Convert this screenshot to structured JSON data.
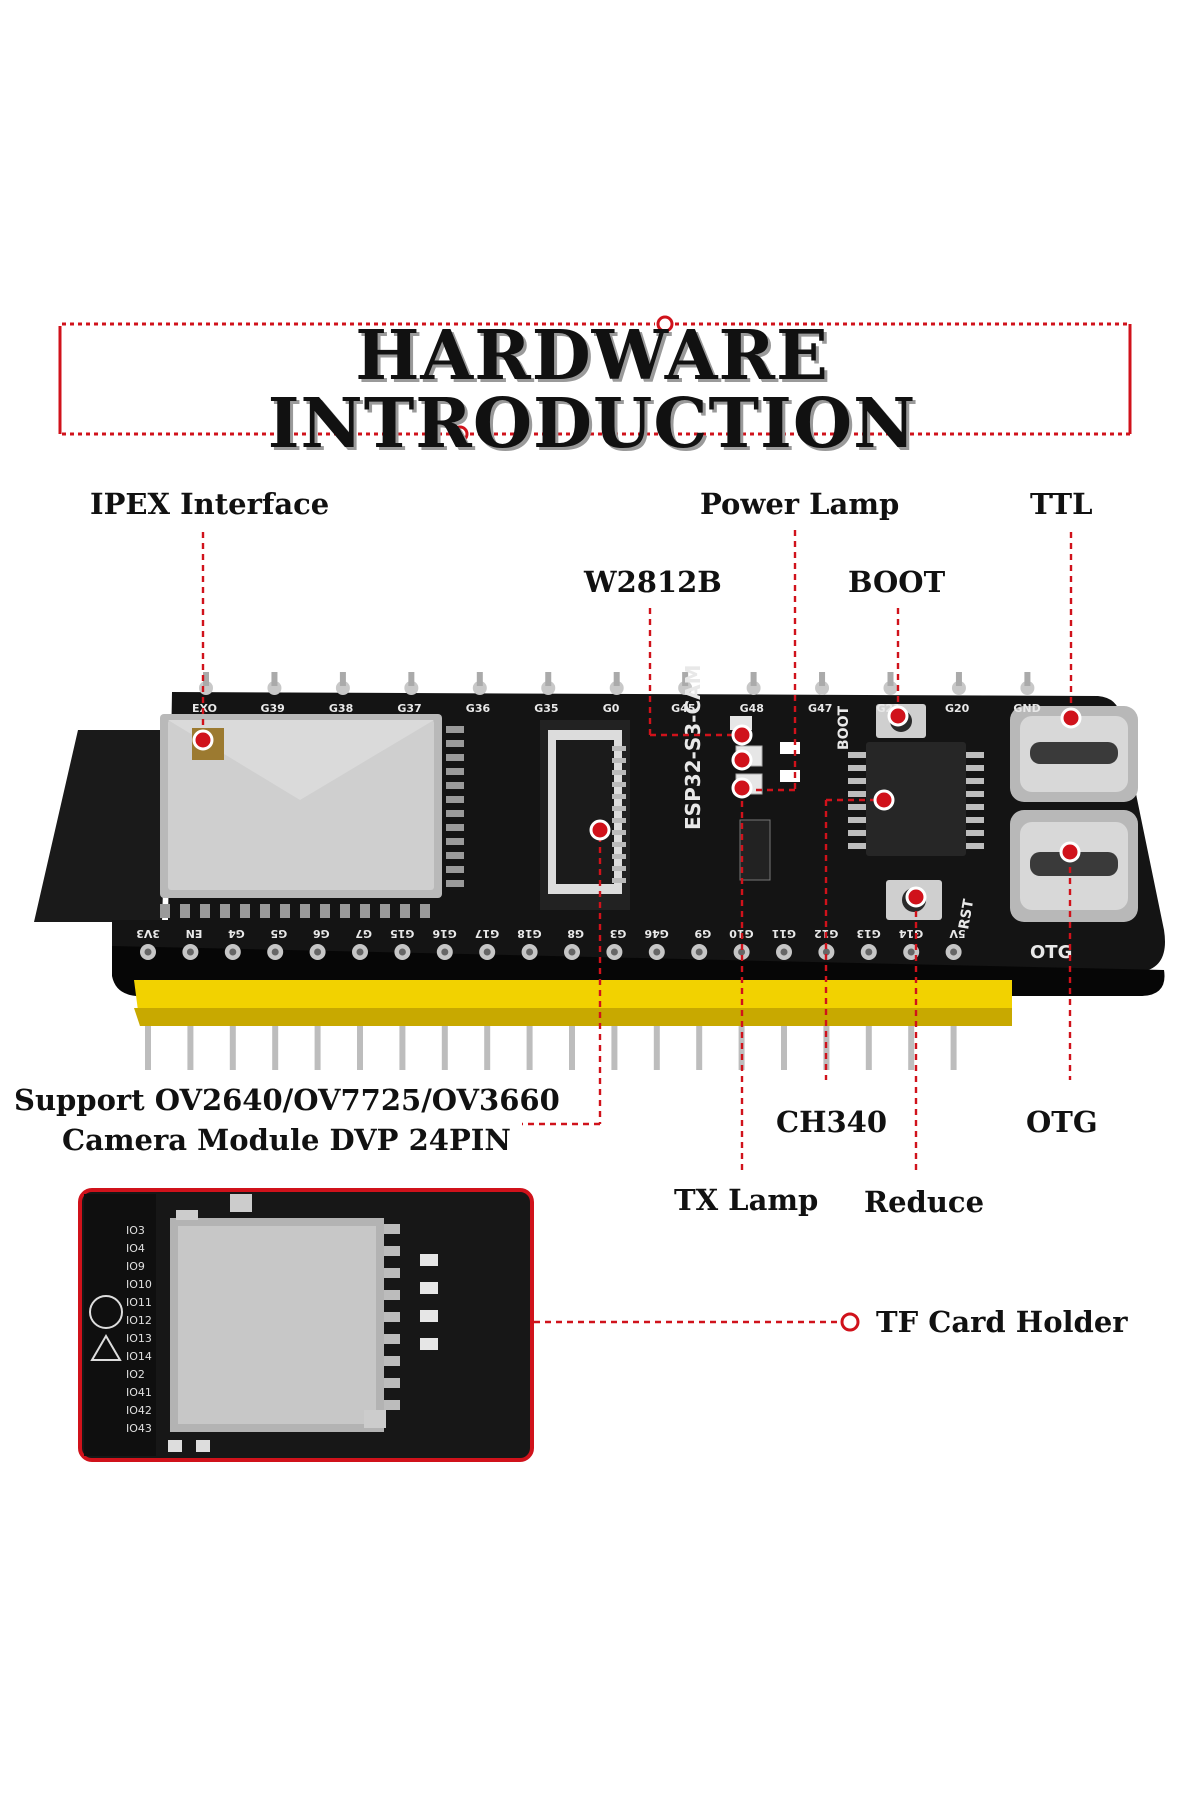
{
  "title": "HARDWARE INTRODUCTION",
  "accent_color": "#d0121b",
  "labels": {
    "ipex": "IPEX Interface",
    "power_lamp": "Power Lamp",
    "ttl": "TTL",
    "w2812b": "W2812B",
    "boot": "BOOT",
    "camera_line1": "Support OV2640/OV7725/OV3660",
    "camera_line2": "Camera Module DVP 24PIN",
    "ch340": "CH340",
    "otg": "OTG",
    "tx_lamp": "TX Lamp",
    "reduce": "Reduce",
    "tf_card": "TF Card Holder"
  },
  "board": {
    "name": "ESP32-S3-CAM",
    "top_pins": [
      "EXO",
      "G39",
      "G38",
      "G37",
      "G36",
      "G35",
      "G0",
      "G45",
      "G48",
      "G47",
      "G21",
      "G20",
      "GND"
    ],
    "bottom_pins": [
      "3V3",
      "EN",
      "G4",
      "G5",
      "G6",
      "G7",
      "G15",
      "G16",
      "G17",
      "G18",
      "G8",
      "G3",
      "G46",
      "G9",
      "G10",
      "G11",
      "G12",
      "G13",
      "G14",
      "5V"
    ],
    "boot_label": "BOOT",
    "rst_label": "RST",
    "otg_label": "OTG"
  },
  "tf_pins": [
    "IO3",
    "IO4",
    "IO9",
    "IO10",
    "IO11",
    "IO12",
    "IO13",
    "IO14",
    "IO2",
    "IO41",
    "IO42",
    "IO43"
  ]
}
